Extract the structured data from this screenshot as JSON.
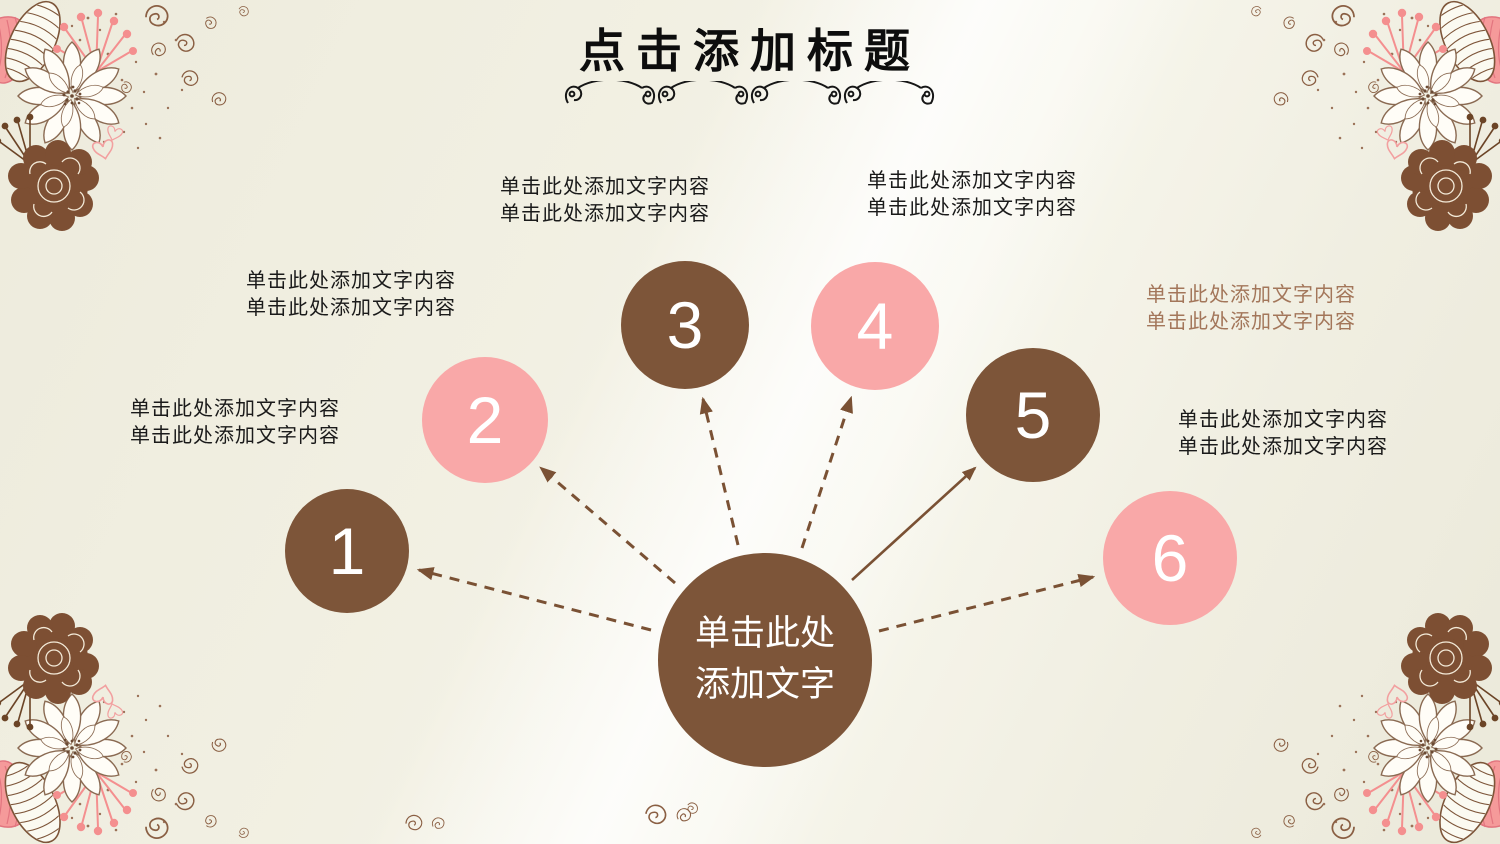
{
  "slide": {
    "title": "点击添加标题",
    "background_color": "#f1efe2"
  },
  "center_circle": {
    "text_line1": "单击此处",
    "text_line2": "添加文字",
    "fill": "#7d5539",
    "text_color": "#ffffff"
  },
  "steps": [
    {
      "number": "1",
      "fill": "#7d5539",
      "label": [
        "单击此处添加文字内容",
        "单击此处添加文字内容"
      ],
      "label_color": "#1a1a1a"
    },
    {
      "number": "2",
      "fill": "#f9a8a8",
      "label": [
        "单击此处添加文字内容",
        "单击此处添加文字内容"
      ],
      "label_color": "#1a1a1a"
    },
    {
      "number": "3",
      "fill": "#7d5539",
      "label": [
        "单击此处添加文字内容",
        "单击此处添加文字内容"
      ],
      "label_color": "#1a1a1a"
    },
    {
      "number": "4",
      "fill": "#f9a8a8",
      "label": [
        "单击此处添加文字内容",
        "单击此处添加文字内容"
      ],
      "label_color": "#1a1a1a"
    },
    {
      "number": "5",
      "fill": "#7d5539",
      "label": [
        "单击此处添加文字内容",
        "单击此处添加文字内容"
      ],
      "label_color": "#a3765a"
    },
    {
      "number": "6",
      "fill": "#f9a8a8",
      "label": [
        "单击此处添加文字内容",
        "单击此处添加文字内容"
      ],
      "label_color": "#1a1a1a"
    }
  ],
  "connectors": {
    "color": "#7a5134",
    "default_style": "dashed",
    "solid_connector_target_step": "5"
  },
  "decorations": {
    "corner_florals": [
      "top-left",
      "top-right",
      "bottom-left",
      "bottom-right"
    ],
    "pink_accent": "#f59a9a",
    "brown_outline": "#8a5f43",
    "flourish_color": "#161616"
  }
}
